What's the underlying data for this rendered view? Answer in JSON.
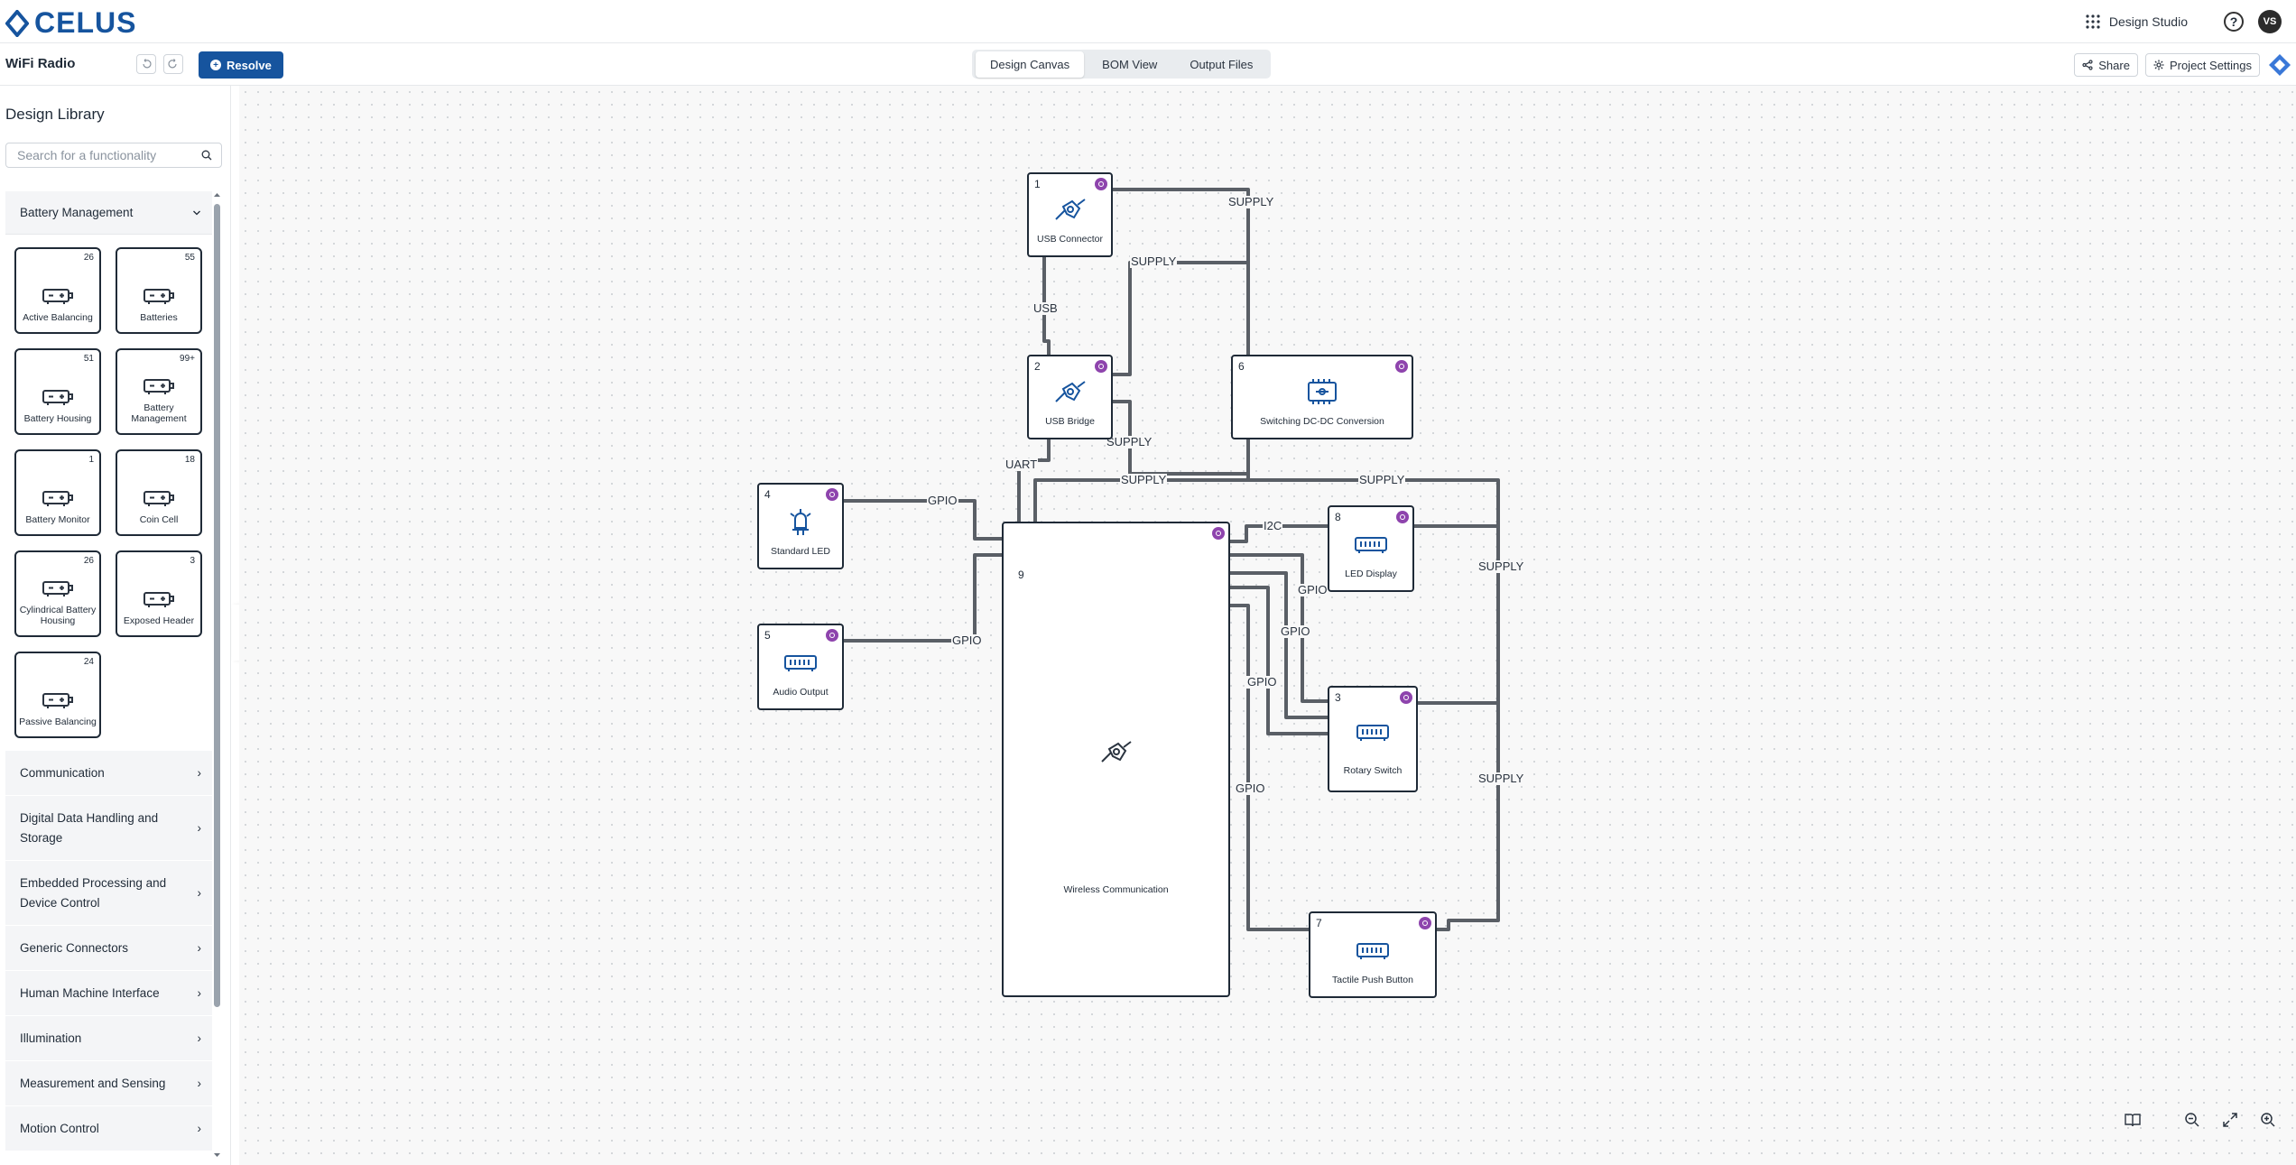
{
  "app": {
    "brand": "CELUS",
    "apps_label": "Design Studio",
    "help_label": "?",
    "user_initials": "VS"
  },
  "toolbar": {
    "project_name": "WiFi Radio",
    "resolve_label": "Resolve",
    "tabs": [
      "Design Canvas",
      "BOM View",
      "Output Files"
    ],
    "active_tab": "Design Canvas",
    "share_label": "Share",
    "settings_label": "Project Settings"
  },
  "sidebar": {
    "title": "Design Library",
    "search_placeholder": "Search for a functionality",
    "open_category": "Battery Management",
    "cards": [
      {
        "label": "Active Balancing",
        "count": "26"
      },
      {
        "label": "Batteries",
        "count": "55"
      },
      {
        "label": "Battery Housing",
        "count": "51"
      },
      {
        "label": "Battery Management",
        "count": "99+"
      },
      {
        "label": "Battery Monitor",
        "count": "1"
      },
      {
        "label": "Coin Cell",
        "count": "18"
      },
      {
        "label": "Cylindrical Battery Housing",
        "count": "26"
      },
      {
        "label": "Exposed Header",
        "count": "3"
      },
      {
        "label": "Passive Balancing",
        "count": "24"
      }
    ],
    "categories": [
      "Communication",
      "Digital Data Handling and Storage",
      "Embedded Processing and Device Control",
      "Generic Connectors",
      "Human Machine Interface",
      "Illumination",
      "Measurement and Sensing",
      "Motion Control"
    ]
  },
  "canvas": {
    "blocks": {
      "usb_connector": {
        "num": "1",
        "name": "USB Connector"
      },
      "usb_bridge": {
        "num": "2",
        "name": "USB Bridge"
      },
      "rotary_switch": {
        "num": "3",
        "name": "Rotary Switch"
      },
      "standard_led": {
        "num": "4",
        "name": "Standard LED"
      },
      "audio_output": {
        "num": "5",
        "name": "Audio Output"
      },
      "switching_dcdc": {
        "num": "6",
        "name": "Switching DC-DC Conversion"
      },
      "tactile_button": {
        "num": "7",
        "name": "Tactile Push Button"
      },
      "led_display": {
        "num": "8",
        "name": "LED Display"
      },
      "wireless": {
        "num": "9",
        "name": "Wireless Communication"
      }
    },
    "labels": {
      "supply": "SUPPLY",
      "usb": "USB",
      "uart": "UART",
      "gpio": "GPIO",
      "i2c": "I2C"
    }
  },
  "colors": {
    "brand": "#16549e",
    "badge": "#8e44ad",
    "wire": "#5a5f66",
    "border": "#1f2a37"
  }
}
